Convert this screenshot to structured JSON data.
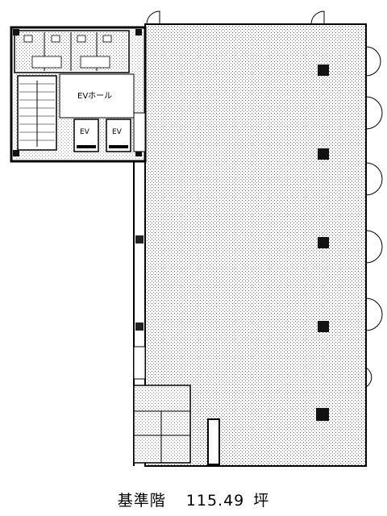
{
  "plan": {
    "ev_hall_label": "EVホール",
    "ev_label_1": "EV",
    "ev_label_2": "EV",
    "columns": [
      {
        "name": "column"
      },
      {
        "name": "column"
      },
      {
        "name": "column"
      },
      {
        "name": "column"
      },
      {
        "name": "column"
      },
      {
        "name": "column"
      }
    ]
  },
  "caption": {
    "floor_name": "基準階",
    "area_value": "115.49",
    "area_unit": "坪"
  }
}
